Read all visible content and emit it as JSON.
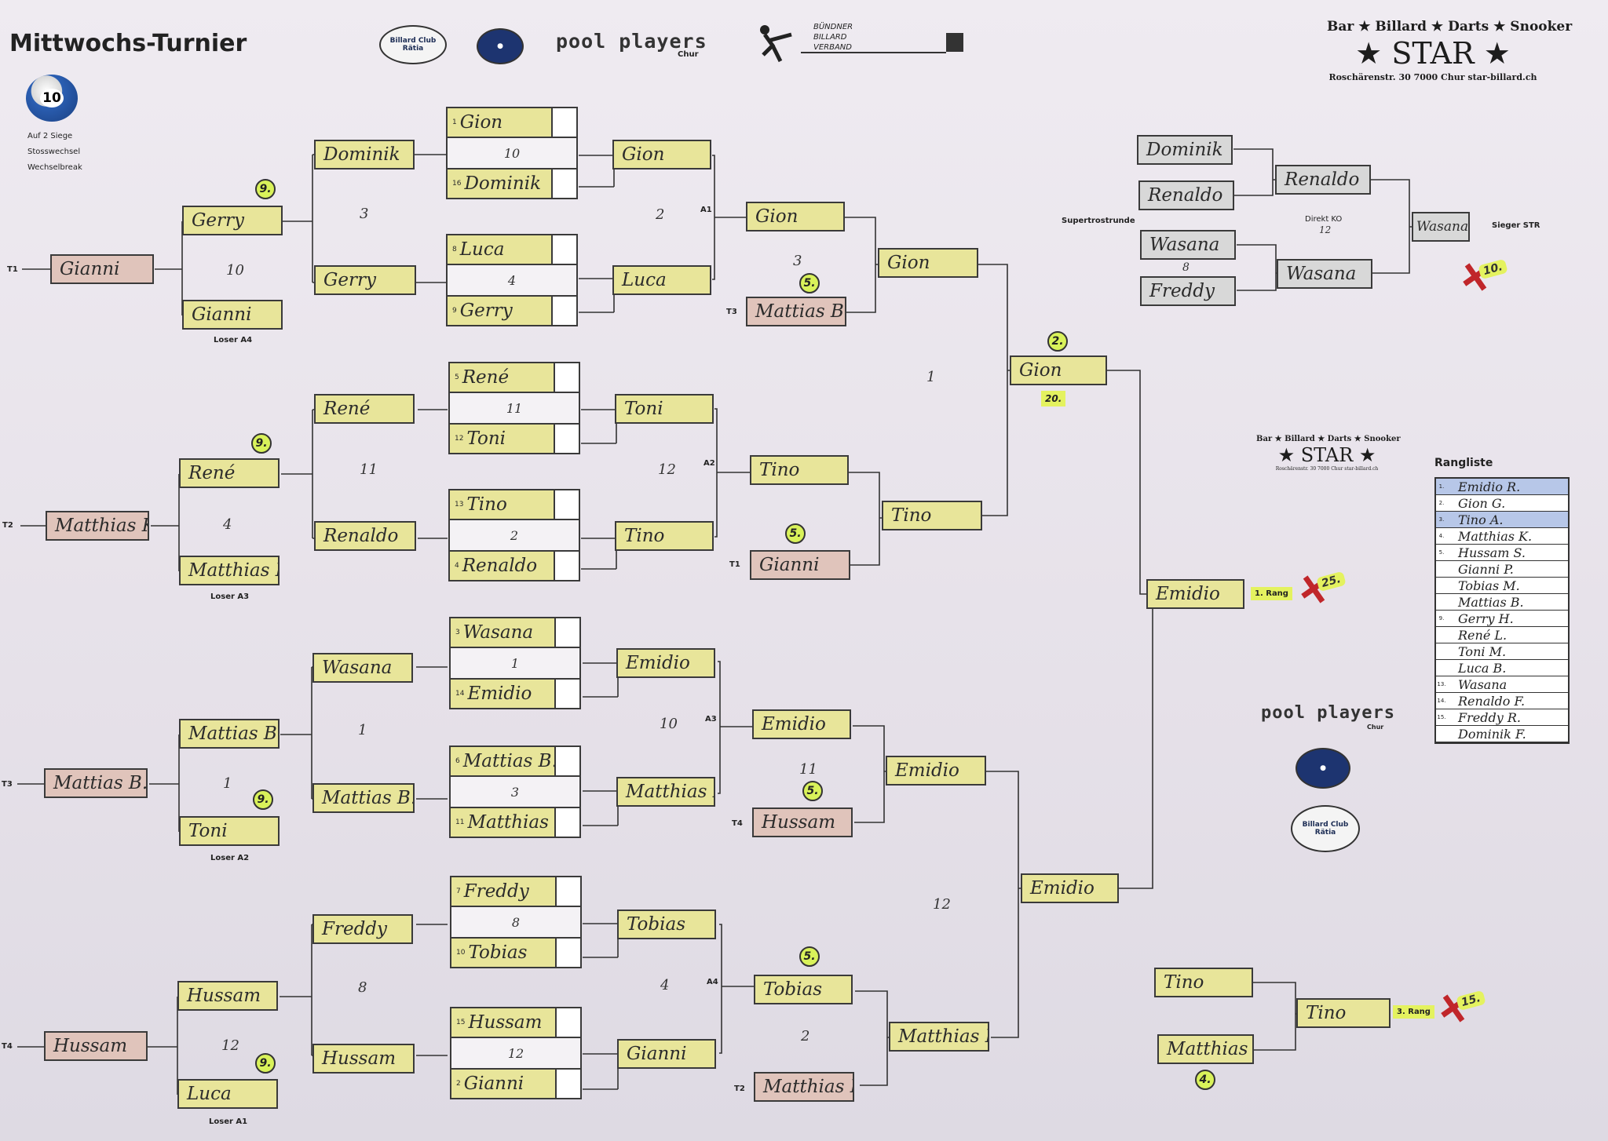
{
  "title": "Mittwochs-Turnier",
  "ball": "10",
  "rules": [
    "Auf 2 Siege",
    "Stosswechsel",
    "Wechselbreak"
  ],
  "logos": {
    "club": "Billard Club Rätia",
    "poolplayers": "pool players",
    "poolplayers_city": "Chur",
    "verband": [
      "BÜNDNER",
      "BILLARD",
      "VERBAND"
    ],
    "star_top": "Bar ★ Billard ★ Darts ★ Snooker",
    "star_name": "★ STAR ★",
    "star_address": "Roschärenstr. 30     7000 Chur     star-billard.ch"
  },
  "round1": [
    {
      "seed1": "1",
      "p1": "Gion",
      "score": "10",
      "seed2": "16",
      "p2": "Dominik"
    },
    {
      "seed1": "8",
      "p1": "Luca",
      "score": "4",
      "seed2": "9",
      "p2": "Gerry"
    },
    {
      "seed1": "5",
      "p1": "René",
      "score": "11",
      "seed2": "12",
      "p2": "Toni"
    },
    {
      "seed1": "13",
      "p1": "Tino",
      "score": "2",
      "seed2": "4",
      "p2": "Renaldo"
    },
    {
      "seed1": "3",
      "p1": "Wasana",
      "score": "1",
      "seed2": "14",
      "p2": "Emidio"
    },
    {
      "seed1": "6",
      "p1": "Mattias B.",
      "score": "3",
      "seed2": "11",
      "p2": "Matthias K."
    },
    {
      "seed1": "7",
      "p1": "Freddy",
      "score": "8",
      "seed2": "10",
      "p2": "Tobias"
    },
    {
      "seed1": "15",
      "p1": "Hussam",
      "score": "12",
      "seed2": "2",
      "p2": "Gianni"
    }
  ],
  "winners_r2": [
    {
      "top": "Gion",
      "score": "2",
      "bottom": "Luca",
      "tag": "A1"
    },
    {
      "top": "Toni",
      "score": "12",
      "bottom": "Tino",
      "tag": "A2"
    },
    {
      "top": "Emidio",
      "score": "10",
      "bottom": "Matthias K.",
      "tag": "A3"
    },
    {
      "top": "Tobias",
      "score": "4",
      "bottom": "Gianni",
      "tag": "A4"
    }
  ],
  "losers_r1": [
    {
      "top": "Dominik",
      "score": "3",
      "bottom": "Gerry"
    },
    {
      "top": "René",
      "score": "11",
      "bottom": "Renaldo"
    },
    {
      "top": "Wasana",
      "score": "1",
      "bottom": "Mattias B."
    },
    {
      "top": "Freddy",
      "score": "8",
      "bottom": "Hussam"
    }
  ],
  "losers_r2": [
    {
      "tag": "T1",
      "drop": "Gianni",
      "top": "Gerry",
      "score": "10",
      "bottom": "Gianni",
      "loser_label": "Loser A4",
      "badge": "9."
    },
    {
      "tag": "T2",
      "drop": "Matthias K.",
      "top": "René",
      "score": "4",
      "bottom": "Matthias K.",
      "loser_label": "Loser A3",
      "badge": "9."
    },
    {
      "tag": "T3",
      "drop": "Mattias B.",
      "top": "Mattias B.",
      "score": "1",
      "bottom": "Toni",
      "loser_label": "Loser A2",
      "badge": "9."
    },
    {
      "tag": "T4",
      "drop": "Hussam",
      "top": "Hussam",
      "score": "12",
      "bottom": "Luca",
      "loser_label": "Loser A1",
      "badge": "9."
    }
  ],
  "qf": [
    {
      "top": "Gion",
      "score": "3",
      "bottom": "Mattias B.",
      "bottom_tag": "T3",
      "badge": "5."
    },
    {
      "top": "Tino",
      "score": "",
      "bottom": "Gianni",
      "bottom_tag": "T1",
      "badge": "5."
    },
    {
      "top": "Emidio",
      "score": "11",
      "bottom": "Hussam",
      "bottom_tag": "T4",
      "badge": "5."
    },
    {
      "top": "Tobias",
      "score": "2",
      "bottom": "Matthias K.",
      "bottom_tag": "T2",
      "badge": "5."
    }
  ],
  "sf": [
    {
      "winner": "Gion",
      "score": "1"
    },
    {
      "winner": "Tino"
    },
    {
      "winner": "Emidio"
    },
    {
      "winner": "Matthias K.",
      "score": "12"
    }
  ],
  "final_top": {
    "winner": "Gion",
    "badge": "2.",
    "prize": "20."
  },
  "final_bottom": {
    "winner": "Emidio"
  },
  "champion": {
    "name": "Emidio",
    "label": "1. Rang",
    "prize": "25."
  },
  "super": {
    "label": "Supertrostrunde",
    "p1": "Dominik",
    "p2": "Renaldo",
    "p3": "Wasana",
    "p4": "Freddy",
    "score": "8",
    "w1": "Renaldo",
    "w2": "Wasana",
    "ko_label": "Direkt KO",
    "ko_score": "12",
    "winner": "Wasana",
    "winner_label": "Sieger STR",
    "prize": "10."
  },
  "third": {
    "p1": "Tino",
    "p2": "Matthias K.",
    "winner": "Tino",
    "label": "3. Rang",
    "prize": "15.",
    "badge": "4."
  },
  "rangliste": {
    "title": "Rangliste",
    "rows": [
      {
        "n": "1.",
        "name": "Emidio R."
      },
      {
        "n": "2.",
        "name": "Gion G."
      },
      {
        "n": "3.",
        "name": "Tino A."
      },
      {
        "n": "4.",
        "name": "Matthias K."
      },
      {
        "n": "5.",
        "name": "Hussam S."
      },
      {
        "n": "",
        "name": "Gianni P."
      },
      {
        "n": "",
        "name": "Tobias M."
      },
      {
        "n": "",
        "name": "Mattias B."
      },
      {
        "n": "9.",
        "name": "Gerry H."
      },
      {
        "n": "",
        "name": "René L."
      },
      {
        "n": "",
        "name": "Toni M."
      },
      {
        "n": "",
        "name": "Luca B."
      },
      {
        "n": "13.",
        "name": "Wasana"
      },
      {
        "n": "14.",
        "name": "Renaldo F."
      },
      {
        "n": "15.",
        "name": "Freddy R."
      },
      {
        "n": "",
        "name": "Dominik F."
      }
    ]
  }
}
